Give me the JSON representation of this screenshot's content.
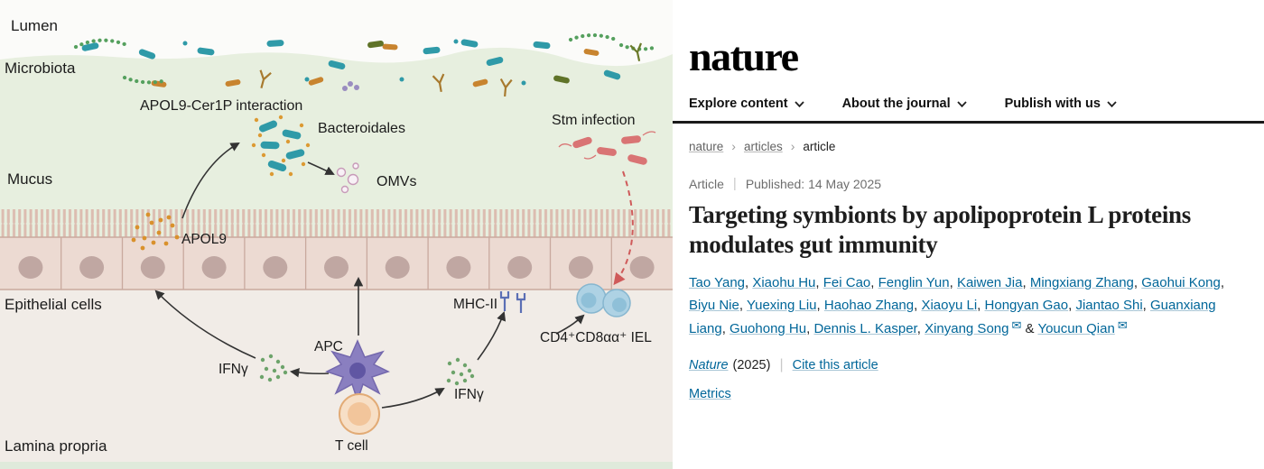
{
  "figure": {
    "labels": {
      "lumen": "Lumen",
      "microbiota": "Microbiota",
      "apol9_cer1p": "APOL9-Cer1P interaction",
      "bacteroidales": "Bacteroidales",
      "omvs": "OMVs",
      "stm_infection": "Stm infection",
      "mucus": "Mucus",
      "apol9": "APOL9",
      "epithelial_cells": "Epithelial cells",
      "mhc2": "MHC-II",
      "iel": "CD4⁺CD8αα⁺ IEL",
      "ifng_left": "IFNγ",
      "apc": "APC",
      "ifng_right": "IFNγ",
      "t_cell": "T cell",
      "lamina_propria": "Lamina propria"
    },
    "colors": {
      "mucus_green": "#e7efdf",
      "epithelium_pink": "#ecdad2",
      "bacteria_teal": "#2f9aa8",
      "apol9_orange": "#d9912c",
      "stm_red": "#d97474",
      "ifng_green": "#6da36b",
      "apc_purple": "#8a7fc0",
      "tcell_orange": "#f2c59b",
      "iel_blue": "#aed2e4"
    }
  },
  "site": {
    "logo": "nature",
    "nav": [
      {
        "label": "Explore content"
      },
      {
        "label": "About the journal"
      },
      {
        "label": "Publish with us"
      }
    ],
    "breadcrumb": {
      "home": "nature",
      "section": "articles",
      "current": "article",
      "sep": "›"
    }
  },
  "article": {
    "type_label": "Article",
    "published_label": "Published:",
    "published_date": "14 May 2025",
    "sep": "|",
    "title": "Targeting symbionts by apolipoprotein L proteins modulates gut immunity",
    "authors": [
      {
        "name": "Tao Yang"
      },
      {
        "name": "Xiaohu Hu"
      },
      {
        "name": "Fei Cao"
      },
      {
        "name": "Fenglin Yun"
      },
      {
        "name": "Kaiwen Jia"
      },
      {
        "name": "Mingxiang Zhang"
      },
      {
        "name": "Gaohui Kong"
      },
      {
        "name": "Biyu Nie"
      },
      {
        "name": "Yuexing Liu"
      },
      {
        "name": "Haohao Zhang"
      },
      {
        "name": "Xiaoyu Li"
      },
      {
        "name": "Hongyan Gao"
      },
      {
        "name": "Jiantao Shi"
      },
      {
        "name": "Guanxiang Liang"
      },
      {
        "name": "Guohong Hu"
      },
      {
        "name": "Dennis L. Kasper"
      },
      {
        "name": "Xinyang Song",
        "email": true
      },
      {
        "name": "Youcun Qian",
        "email": true
      }
    ],
    "author_sep": ", ",
    "amp": "&",
    "email_icon": "✉",
    "journal": "Nature",
    "year_text": "(2025)",
    "cite_label": "Cite this article",
    "metrics_label": "Metrics"
  }
}
